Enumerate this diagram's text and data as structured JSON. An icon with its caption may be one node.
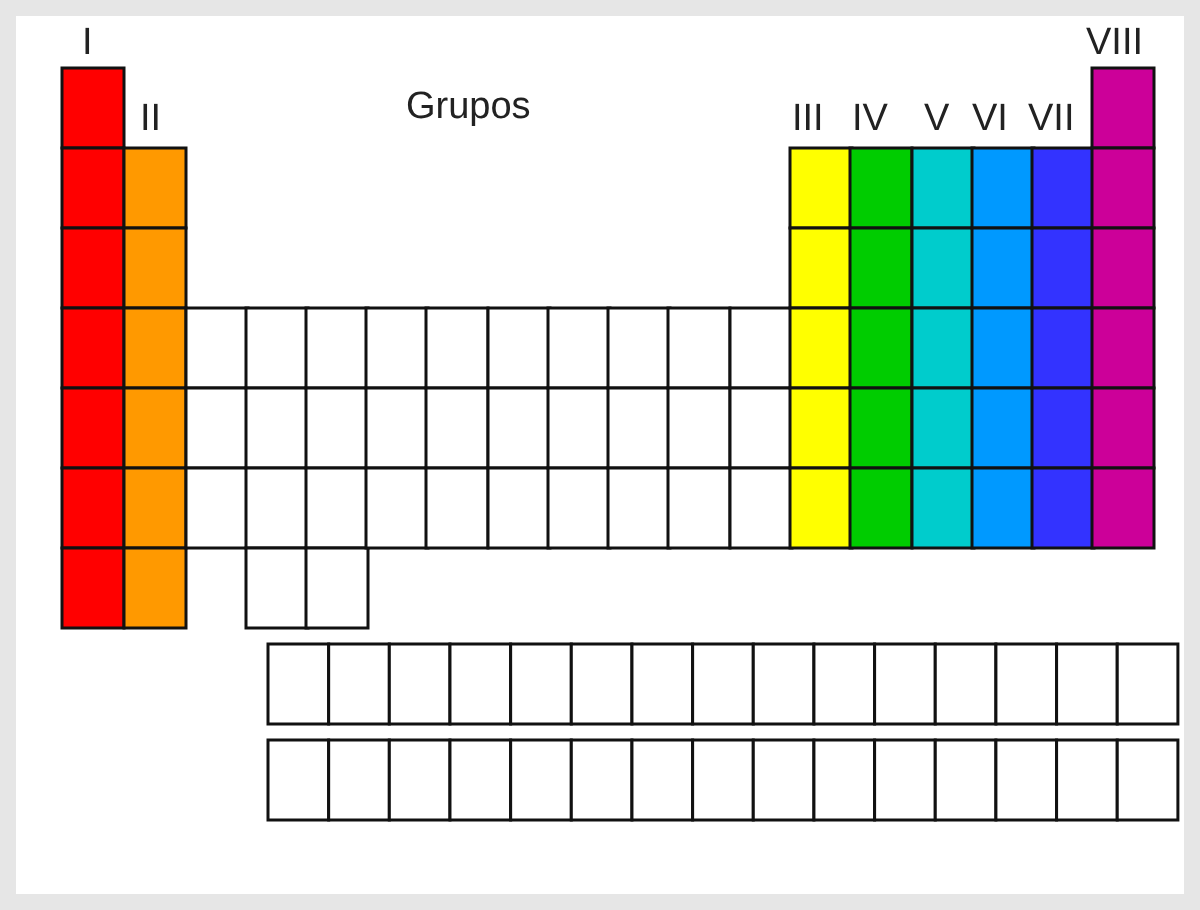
{
  "diagram": {
    "labels": [
      "I",
      "VIII",
      "II",
      "Grupos",
      "III",
      "IV",
      "V",
      "VI",
      "VII"
    ]
  }
}
